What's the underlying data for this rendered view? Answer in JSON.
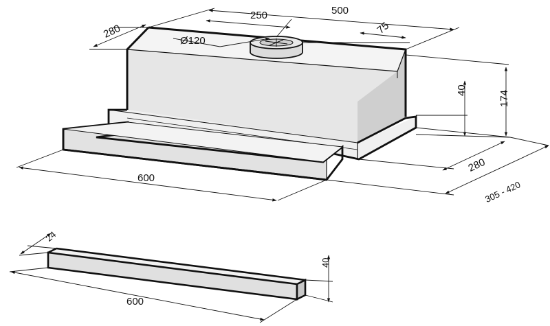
{
  "colors": {
    "line": "#111111",
    "body_light": "#ededed",
    "body_mid": "#d7d7d7",
    "body_dark": "#bfbfbf",
    "background": "#ffffff"
  },
  "hood": {
    "width_top": "500",
    "depth_top": "280",
    "outlet_offset": "250",
    "rear_offset": "75",
    "outlet_diameter": "Ø120",
    "height_total": "174",
    "height_front": "40",
    "depth_bottom": "280",
    "extension_range": "305 - 420",
    "width_front": "600"
  },
  "panel": {
    "thickness": "24",
    "height": "40",
    "width": "600"
  }
}
